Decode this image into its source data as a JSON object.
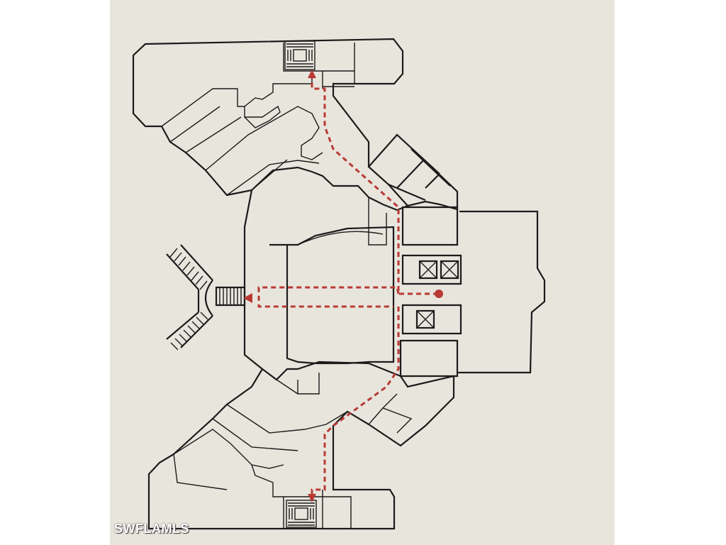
{
  "floor_plan": {
    "route_color": "#b83a33",
    "wall_color": "#1b1b1b",
    "background_color": "#e8e5dd",
    "you_are_here_marker": "red-dot",
    "route_arrows": [
      "up",
      "down",
      "left"
    ]
  },
  "watermark": {
    "text": "SWFLAMLS"
  }
}
